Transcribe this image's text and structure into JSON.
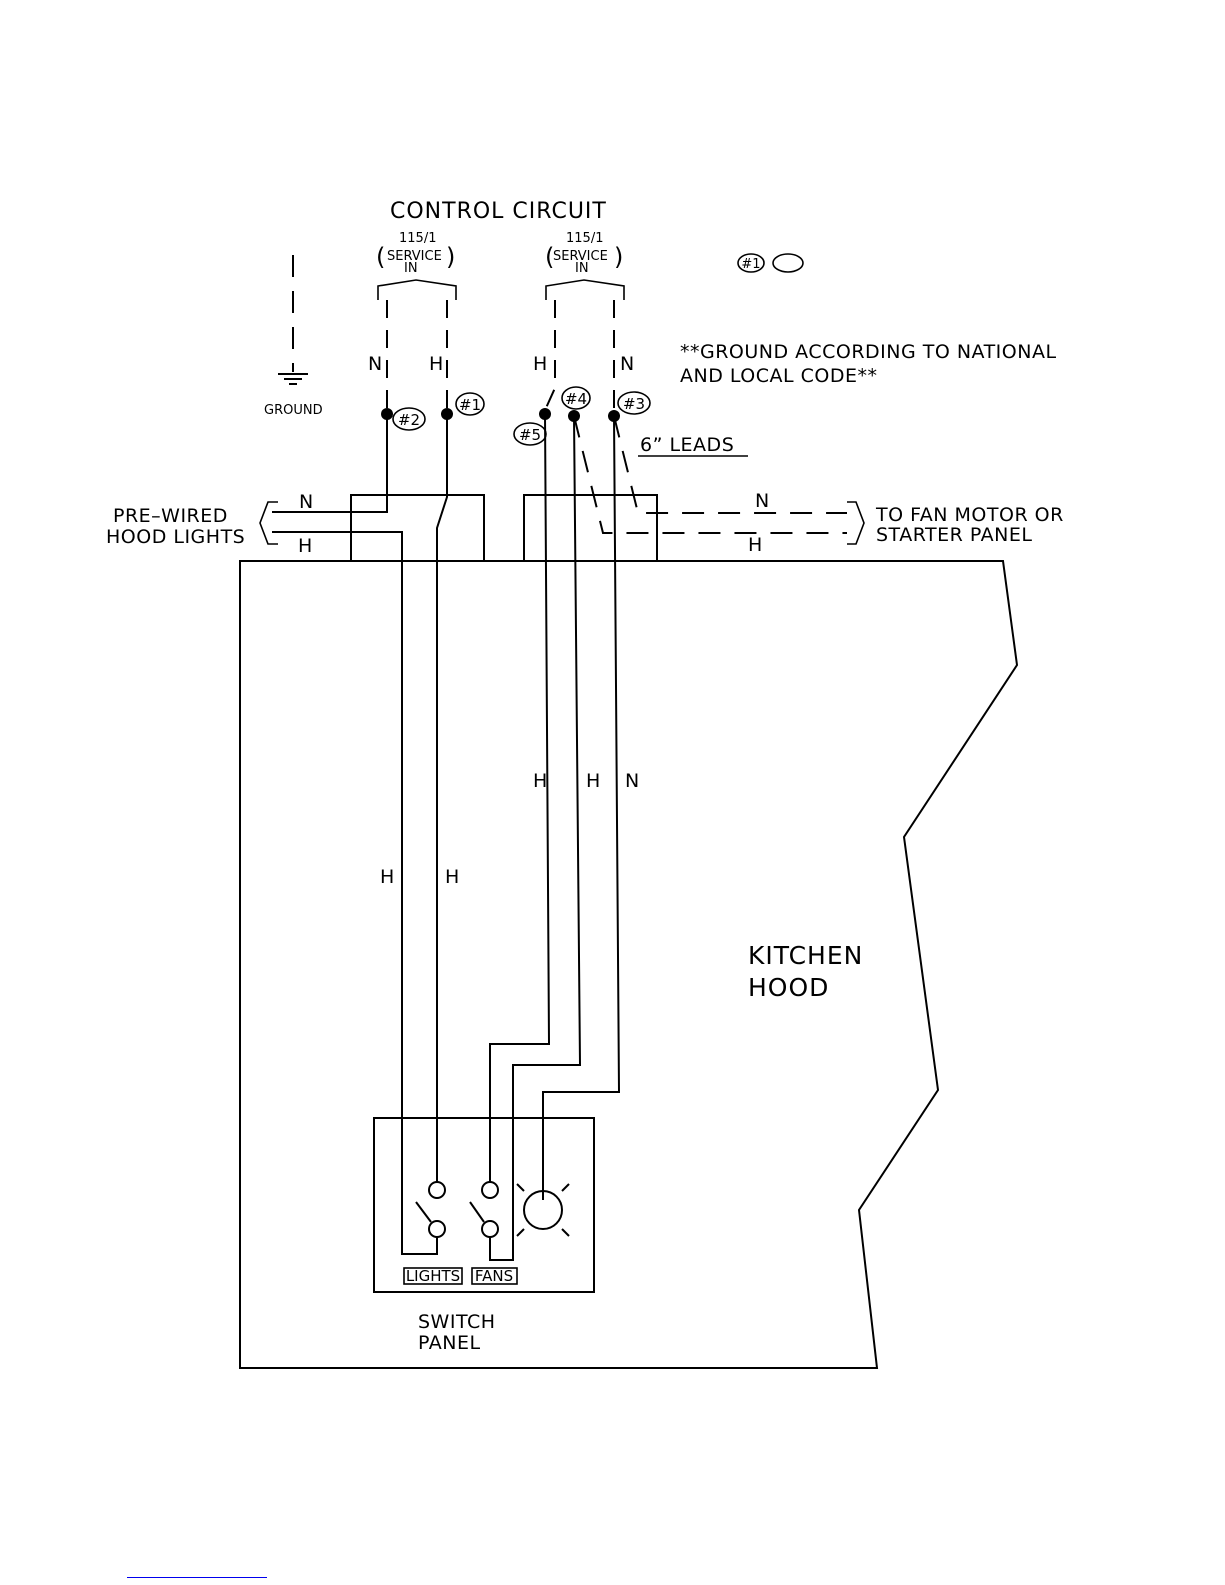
{
  "diagram": {
    "title": "CONTROL CIRCUIT",
    "services": [
      {
        "rating": "115/1",
        "service": "SERVICE",
        "in": "IN"
      },
      {
        "rating": "115/1",
        "service": "SERVICE",
        "in": "IN"
      }
    ],
    "legend_terminal": "#1",
    "ground_label": "GROUND",
    "ground_note_line1": "**GROUND ACCORDING TO NATIONAL",
    "ground_note_line2": "AND LOCAL CODE**",
    "leads_label": "6” LEADS",
    "terminals": [
      "#1",
      "#2",
      "#3",
      "#4",
      "#5"
    ],
    "wire_labels": {
      "n": "N",
      "h": "H"
    },
    "prewired_line1": "PRE–WIRED",
    "prewired_line2": "HOOD LIGHTS",
    "fan_line1": "TO FAN MOTOR OR",
    "fan_line2": "STARTER PANEL",
    "hood_line1": "KITCHEN",
    "hood_line2": "HOOD",
    "switch_lights": "LIGHTS",
    "switch_fans": "FANS",
    "panel_line1": "SWITCH",
    "panel_line2": "PANEL"
  }
}
